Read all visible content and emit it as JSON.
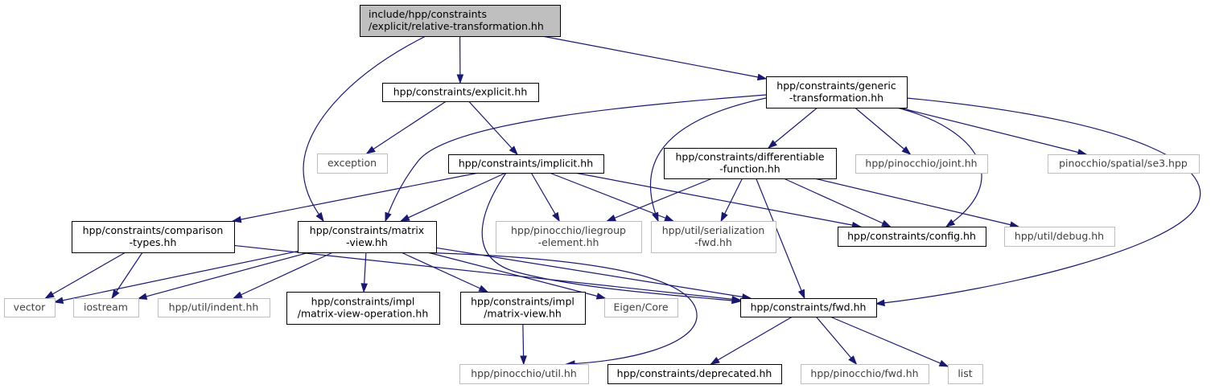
{
  "graph": {
    "colors": {
      "edge": "#191970",
      "root_fill": "#bfbfbf",
      "documented_border": "#000000",
      "external_border": "#bfbfbf",
      "external_text": "#404040"
    },
    "nodes": [
      {
        "id": "root",
        "kind": "root",
        "lines": [
          "include/hpp/constraints",
          "/explicit/relative-transformation.hh"
        ]
      },
      {
        "id": "explicit",
        "kind": "documented",
        "lines": [
          "hpp/constraints/explicit.hh"
        ]
      },
      {
        "id": "generic",
        "kind": "documented",
        "lines": [
          "hpp/constraints/generic",
          "-transformation.hh"
        ]
      },
      {
        "id": "exception",
        "kind": "external",
        "lines": [
          "exception"
        ]
      },
      {
        "id": "implicit",
        "kind": "documented",
        "lines": [
          "hpp/constraints/implicit.hh"
        ]
      },
      {
        "id": "diff",
        "kind": "documented",
        "lines": [
          "hpp/constraints/differentiable",
          "-function.hh"
        ]
      },
      {
        "id": "pinjoint",
        "kind": "external",
        "lines": [
          "hpp/pinocchio/joint.hh"
        ]
      },
      {
        "id": "se3",
        "kind": "external",
        "lines": [
          "pinocchio/spatial/se3.hpp"
        ]
      },
      {
        "id": "comparison",
        "kind": "documented",
        "lines": [
          "hpp/constraints/comparison",
          "-types.hh"
        ]
      },
      {
        "id": "matrixview",
        "kind": "documented",
        "lines": [
          "hpp/constraints/matrix",
          "-view.hh"
        ]
      },
      {
        "id": "liegroup",
        "kind": "external",
        "lines": [
          "hpp/pinocchio/liegroup",
          "-element.hh"
        ]
      },
      {
        "id": "serial",
        "kind": "external",
        "lines": [
          "hpp/util/serialization",
          "-fwd.hh"
        ]
      },
      {
        "id": "config",
        "kind": "documented",
        "lines": [
          "hpp/constraints/config.hh"
        ]
      },
      {
        "id": "debug",
        "kind": "external",
        "lines": [
          "hpp/util/debug.hh"
        ]
      },
      {
        "id": "vector",
        "kind": "external",
        "lines": [
          "vector"
        ]
      },
      {
        "id": "iostream",
        "kind": "external",
        "lines": [
          "iostream"
        ]
      },
      {
        "id": "indent",
        "kind": "external",
        "lines": [
          "hpp/util/indent.hh"
        ]
      },
      {
        "id": "mvop",
        "kind": "documented",
        "lines": [
          "hpp/constraints/impl",
          "/matrix-view-operation.hh"
        ]
      },
      {
        "id": "implmv",
        "kind": "documented",
        "lines": [
          "hpp/constraints/impl",
          "/matrix-view.hh"
        ]
      },
      {
        "id": "eigen",
        "kind": "external",
        "lines": [
          "Eigen/Core"
        ]
      },
      {
        "id": "fwd",
        "kind": "documented",
        "lines": [
          "hpp/constraints/fwd.hh"
        ]
      },
      {
        "id": "pinutil",
        "kind": "external",
        "lines": [
          "hpp/pinocchio/util.hh"
        ]
      },
      {
        "id": "deprecated",
        "kind": "documented",
        "lines": [
          "hpp/constraints/deprecated.hh"
        ]
      },
      {
        "id": "pinfwd",
        "kind": "external",
        "lines": [
          "hpp/pinocchio/fwd.hh"
        ]
      },
      {
        "id": "list",
        "kind": "external",
        "lines": [
          "list"
        ]
      }
    ],
    "edges": [
      [
        "root",
        "explicit"
      ],
      [
        "root",
        "generic"
      ],
      [
        "root",
        "matrixview"
      ],
      [
        "explicit",
        "exception"
      ],
      [
        "explicit",
        "implicit"
      ],
      [
        "generic",
        "diff"
      ],
      [
        "generic",
        "pinjoint"
      ],
      [
        "generic",
        "se3"
      ],
      [
        "generic",
        "matrixview"
      ],
      [
        "generic",
        "serial"
      ],
      [
        "generic",
        "config"
      ],
      [
        "generic",
        "fwd"
      ],
      [
        "implicit",
        "comparison"
      ],
      [
        "implicit",
        "matrixview"
      ],
      [
        "implicit",
        "liegroup"
      ],
      [
        "implicit",
        "serial"
      ],
      [
        "implicit",
        "config"
      ],
      [
        "implicit",
        "fwd"
      ],
      [
        "diff",
        "liegroup"
      ],
      [
        "diff",
        "serial"
      ],
      [
        "diff",
        "config"
      ],
      [
        "diff",
        "debug"
      ],
      [
        "diff",
        "fwd"
      ],
      [
        "comparison",
        "vector"
      ],
      [
        "comparison",
        "iostream"
      ],
      [
        "comparison",
        "fwd"
      ],
      [
        "matrixview",
        "vector"
      ],
      [
        "matrixview",
        "iostream"
      ],
      [
        "matrixview",
        "indent"
      ],
      [
        "matrixview",
        "mvop"
      ],
      [
        "matrixview",
        "implmv"
      ],
      [
        "matrixview",
        "eigen"
      ],
      [
        "matrixview",
        "fwd"
      ],
      [
        "matrixview",
        "pinutil"
      ],
      [
        "implmv",
        "pinutil"
      ],
      [
        "fwd",
        "deprecated"
      ],
      [
        "fwd",
        "pinfwd"
      ],
      [
        "fwd",
        "list"
      ]
    ]
  }
}
